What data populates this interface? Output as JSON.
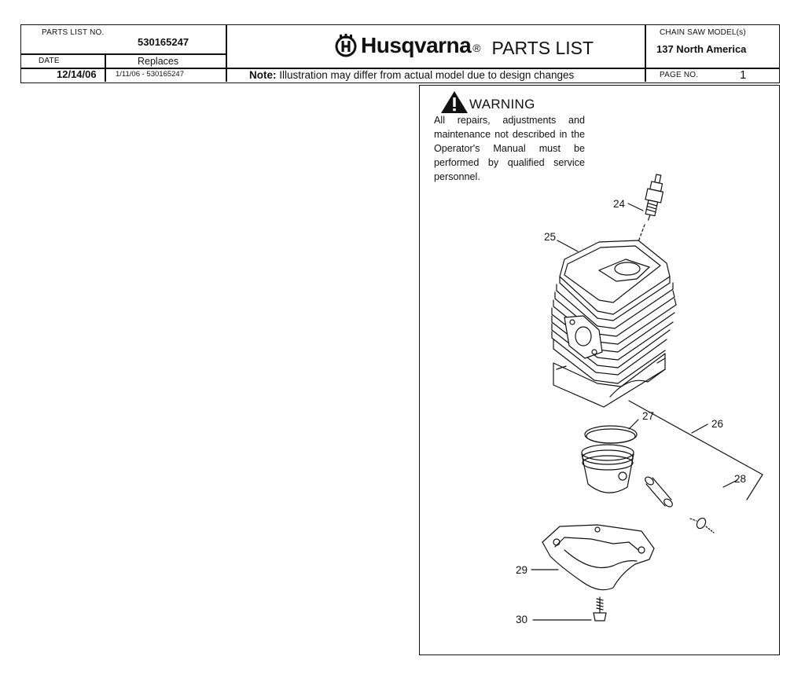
{
  "header": {
    "parts_list_no_label": "PARTS LIST NO.",
    "parts_list_no": "530165247",
    "date_label": "DATE",
    "date": "12/14/06",
    "replaces_label": "Replaces",
    "replaces": "1/11/06 - 530165247",
    "brand": "Husqvarna",
    "registered": "®",
    "doc_title": "PARTS LIST",
    "note_label": "Note:",
    "note_text": "Illustration may differ from actual model due to design changes",
    "model_label": "CHAIN SAW MODEL(s)",
    "model": "137 North America",
    "page_label": "PAGE  NO.",
    "page_no": "1"
  },
  "warning": {
    "title": "WARNING",
    "text": "All repairs, adjustments and maintenance not described in the Operator's Manual must be performed by qualified service personnel."
  },
  "callouts": {
    "c24": "24",
    "c25": "25",
    "c26": "26",
    "c27": "27",
    "c28": "28",
    "c29": "29",
    "c30": "30"
  },
  "parts": [
    {
      "ref": "24",
      "name": "spark-plug"
    },
    {
      "ref": "25",
      "name": "cylinder"
    },
    {
      "ref": "26",
      "name": "piston-kit"
    },
    {
      "ref": "27",
      "name": "piston-ring"
    },
    {
      "ref": "28",
      "name": "circlip"
    },
    {
      "ref": "29",
      "name": "crankcase-cover"
    },
    {
      "ref": "30",
      "name": "screw"
    }
  ]
}
